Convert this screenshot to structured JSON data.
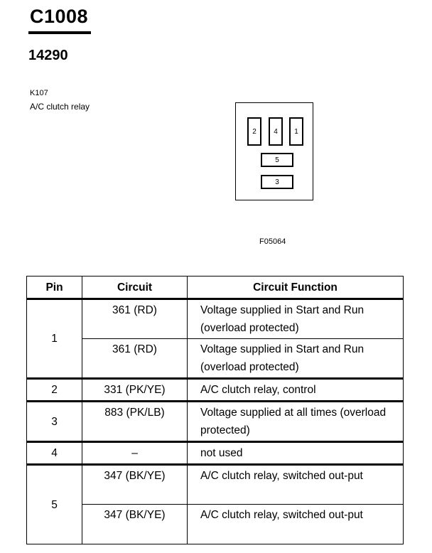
{
  "document": {
    "connector_id": "C1008",
    "part_number": "14290",
    "component_id": "K107",
    "component_name": "A/C clutch relay",
    "figure_id": "F05064"
  },
  "connector_face": {
    "terminals": [
      "2",
      "4",
      "1",
      "5",
      "3"
    ]
  },
  "table": {
    "headers": [
      "Pin",
      "Circuit",
      "Circuit Function"
    ],
    "rows": [
      {
        "pin": "1",
        "circuit": "361 (RD)",
        "function": "Voltage supplied in Start and Run (overload protected)"
      },
      {
        "circuit": "361 (RD)",
        "function": "Voltage supplied in Start and Run (overload protected)"
      },
      {
        "pin": "2",
        "circuit": "331 (PK/YE)",
        "function": "A/C clutch relay, control"
      },
      {
        "pin": "3",
        "circuit": "883 (PK/LB)",
        "function": "Voltage supplied at all times (overload protected)"
      },
      {
        "pin": "4",
        "circuit": "–",
        "function": "not used"
      },
      {
        "pin": "5",
        "circuit": "347 (BK/YE)",
        "function": "A/C clutch relay, switched out-put"
      },
      {
        "circuit": "347 (BK/YE)",
        "function": "A/C clutch relay, switched out-put"
      }
    ]
  }
}
